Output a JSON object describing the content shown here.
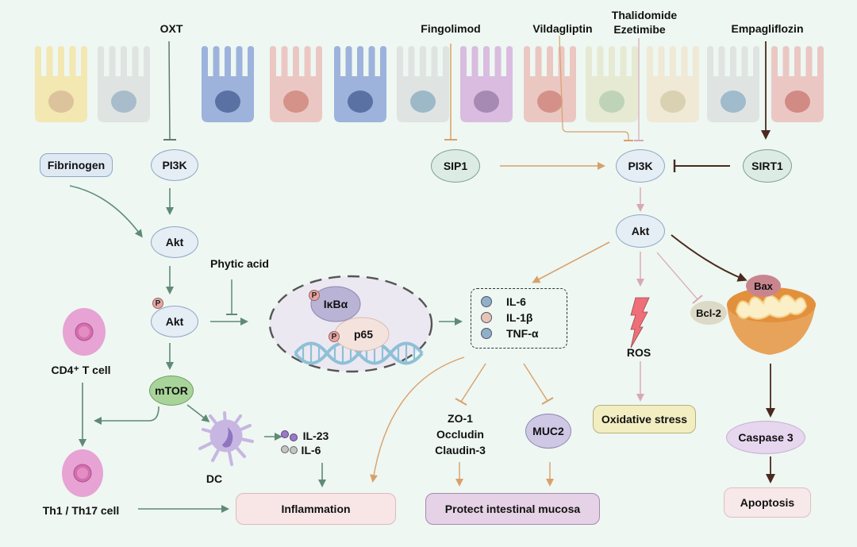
{
  "diagram": {
    "title": "",
    "drugs": {
      "oxt": "OXT",
      "fingolimod": "Fingolimod",
      "vildagliptin": "Vildagliptin",
      "thalidomide": "Thalidomide",
      "ezetimibe": "Ezetimibe",
      "empagliflozin": "Empagliflozin",
      "phytic_acid": "Phytic acid"
    },
    "epithelium": {
      "cells": [
        {
          "body": "#f3e7b2",
          "nucleus": "#dcc39b"
        },
        {
          "body": "#dfe4e2",
          "nucleus": "#a8bccc"
        },
        {
          "body": "#9db3dc",
          "nucleus": "#5a71a3"
        },
        {
          "body": "#ebc7c4",
          "nucleus": "#d49288"
        },
        {
          "body": "#9db3dc",
          "nucleus": "#5a71a3"
        },
        {
          "body": "#dfe4e2",
          "nucleus": "#9db9c7"
        },
        {
          "body": "#d9bce0",
          "nucleus": "#a68ab4"
        },
        {
          "body": "#ebc7c2",
          "nucleus": "#d4918a"
        },
        {
          "body": "#e6ead2",
          "nucleus": "#bfd3b9"
        },
        {
          "body": "#efe9d5",
          "nucleus": "#dad1b2"
        },
        {
          "body": "#dfe4e2",
          "nucleus": "#9fbbcc"
        },
        {
          "body": "#ebc7c4",
          "nucleus": "#d28a85"
        }
      ]
    },
    "left_pathway": {
      "fibrinogen": "Fibrinogen",
      "pi3k": "PI3K",
      "akt": "Akt",
      "p_akt": "Akt",
      "p_label": "P",
      "mtor": "mTOR",
      "cd4_cell": "CD4⁺ T cell",
      "th_cell": "Th1 / Th17 cell",
      "dc": "DC",
      "il23": "IL-23",
      "il6": "IL-6",
      "inflammation": "Inflammation"
    },
    "nucleus": {
      "ikba": "IκBα",
      "p65": "p65",
      "p_label": "P"
    },
    "cytokines": {
      "items": [
        {
          "name": "IL-6",
          "color": "#8fb0c8"
        },
        {
          "name": "IL-1β",
          "color": "#e6c4b6"
        },
        {
          "name": "TNF-α",
          "color": "#8fb0c8"
        }
      ]
    },
    "barrier": {
      "tight_junctions": [
        "ZO-1",
        "Occludin",
        "Claudin-3"
      ],
      "muc2": "MUC2",
      "protect": "Protect intestinal mucosa"
    },
    "right_pathway": {
      "sip1": "SIP1",
      "pi3k": "PI3K",
      "sirt1": "SIRT1",
      "akt": "Akt",
      "ros": "ROS",
      "oxidative_stress": "Oxidative stress",
      "bax": "Bax",
      "bcl2": "Bcl-2",
      "caspase3": "Caspase 3",
      "apoptosis": "Apoptosis"
    },
    "colors": {
      "green_arrow": "#5f8a76",
      "orange_arrow": "#d9a06a",
      "pink_arrow": "#d8a8b4",
      "brown_arrow": "#4a2a1e"
    }
  }
}
